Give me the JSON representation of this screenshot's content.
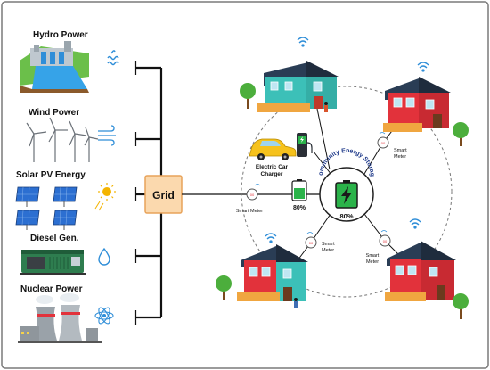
{
  "sources": [
    {
      "label": "Hydro Power",
      "icon": "water-waves-icon"
    },
    {
      "label": "Wind Power",
      "icon": "wind-icon"
    },
    {
      "label": "Solar PV Energy",
      "icon": "sun-icon"
    },
    {
      "label": "Diesel Gen.",
      "icon": "fuel-drop-icon"
    },
    {
      "label": "Nuclear Power",
      "icon": "atom-icon"
    }
  ],
  "grid": {
    "label": "Grid"
  },
  "storage": {
    "label": "Community Energy Storage",
    "percent": "80%"
  },
  "car_charger": {
    "label_line1": "Electric Car",
    "label_line2": "Charger"
  },
  "meters": {
    "grid_link": {
      "line1": "Smart Meter"
    },
    "house_tr": {
      "line1": "Smart",
      "line2": "Meter"
    },
    "house_bl": {
      "line1": "Smart",
      "line2": "Meter"
    },
    "house_br": {
      "line1": "Smart",
      "line2": "Meter"
    }
  },
  "battery_small": {
    "percent": "80%"
  },
  "colors": {
    "grid_fill": "#fbd9ae",
    "grid_stroke": "#e8a35a",
    "house_teal": "#3cc0b8",
    "house_red": "#e2323b",
    "battery_green": "#2bb34a",
    "storage_text": "#1f3a8a"
  }
}
